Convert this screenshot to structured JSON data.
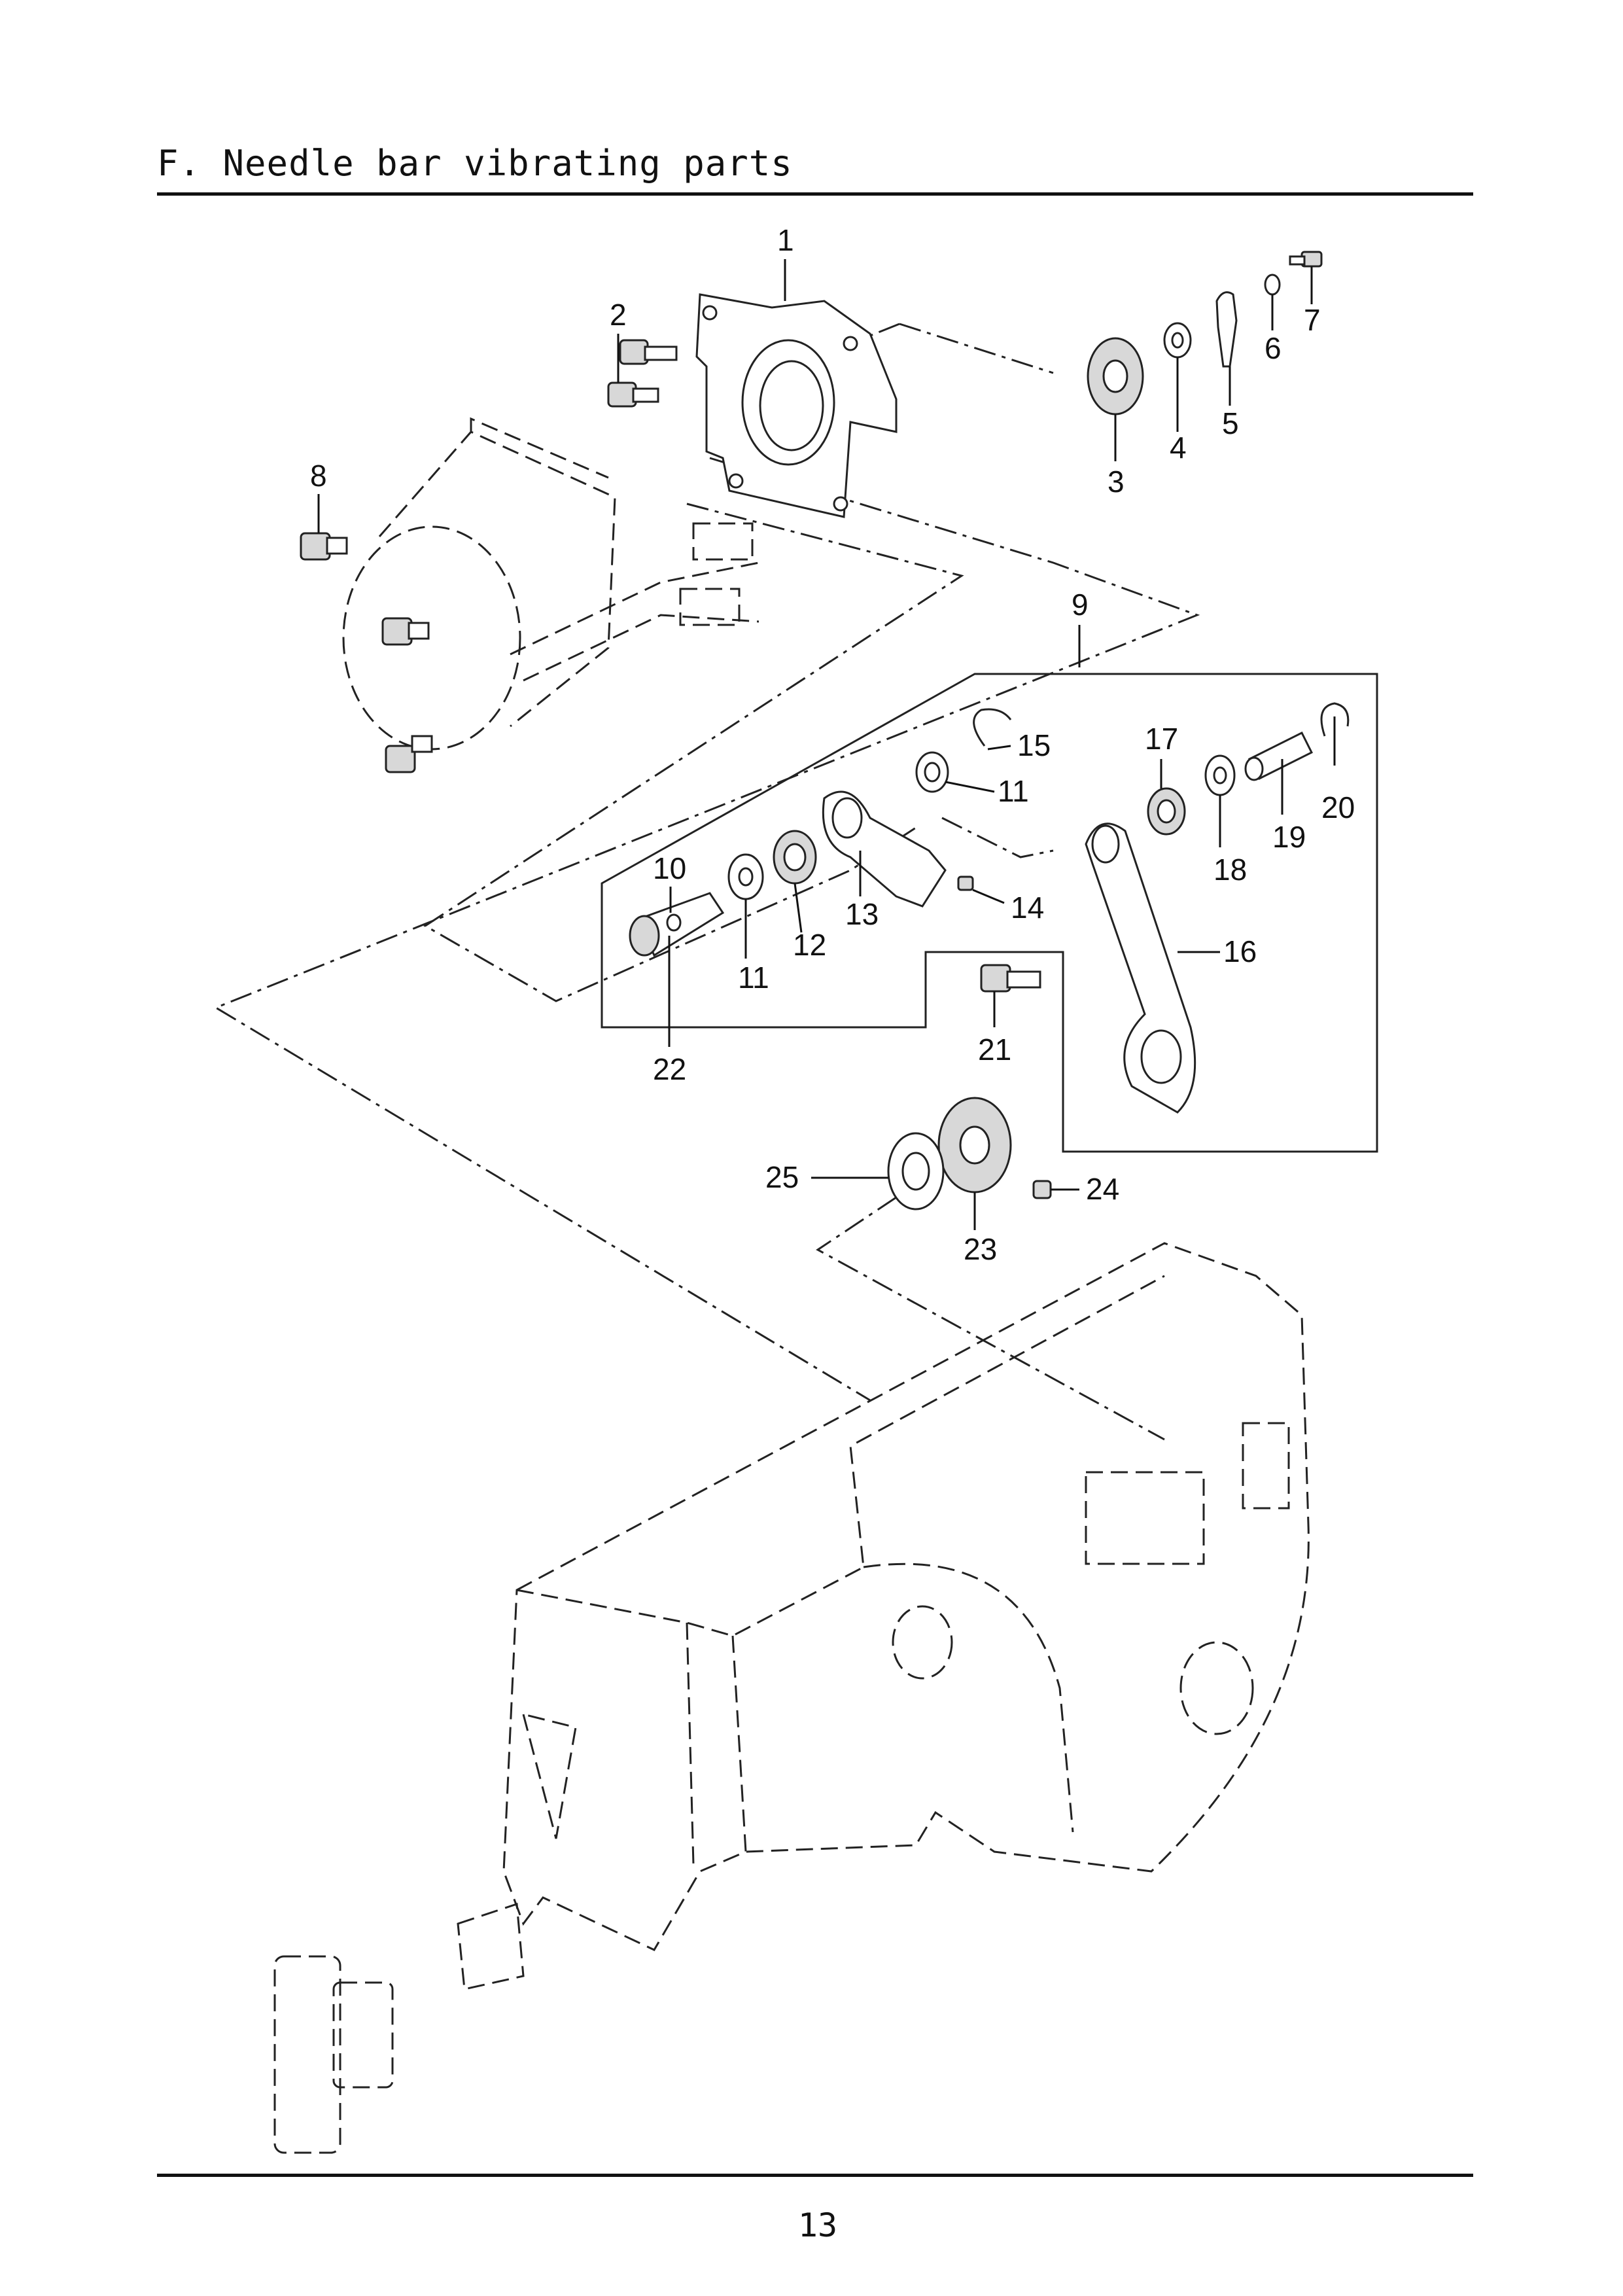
{
  "page": {
    "title": "F. Needle bar vibrating parts",
    "number": "13"
  },
  "callouts": [
    "1",
    "2",
    "3",
    "4",
    "5",
    "6",
    "7",
    "8",
    "9",
    "10",
    "11",
    "11",
    "12",
    "13",
    "14",
    "15",
    "16",
    "17",
    "18",
    "19",
    "20",
    "21",
    "22",
    "23",
    "24",
    "25"
  ]
}
